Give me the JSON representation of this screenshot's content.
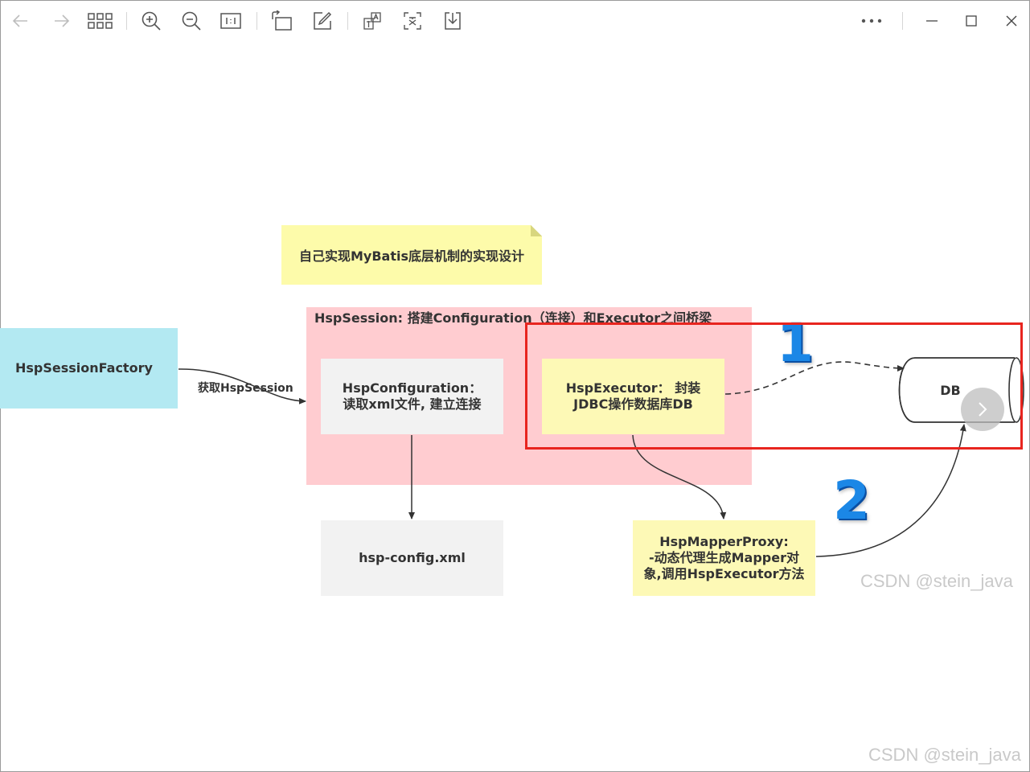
{
  "toolbar": {
    "buttons": [
      {
        "name": "back",
        "icon": "arrow-left-icon"
      },
      {
        "name": "forward",
        "icon": "arrow-right-icon"
      },
      {
        "name": "grid-view",
        "icon": "grid-icon"
      },
      {
        "name": "zoom-in",
        "icon": "zoom-in-icon"
      },
      {
        "name": "zoom-out",
        "icon": "zoom-out-icon"
      },
      {
        "name": "actual-size",
        "icon": "actual-size-icon"
      },
      {
        "name": "rotate",
        "icon": "rotate-icon"
      },
      {
        "name": "edit",
        "icon": "edit-icon"
      },
      {
        "name": "translate",
        "icon": "translate-icon"
      },
      {
        "name": "ocr",
        "icon": "text-recognition-icon"
      },
      {
        "name": "download",
        "icon": "download-icon"
      },
      {
        "name": "more",
        "icon": "more-icon"
      },
      {
        "name": "minimize",
        "icon": "minimize-icon"
      },
      {
        "name": "maximize",
        "icon": "maximize-icon"
      },
      {
        "name": "close",
        "icon": "close-icon"
      }
    ]
  },
  "diagram": {
    "note": "自己实现MyBatis底层机制的实现设计",
    "session_label": "HspSession: 搭建Configuration（连接）和Executor之间桥梁",
    "factory": "HspSessionFactory",
    "edge_label": "获取HspSession",
    "configuration": "HspConfiguration：\n读取xml文件, 建立连接",
    "executor": "HspExecutor： 封装\nJDBC操作数据库DB",
    "config_file": "hsp-config.xml",
    "proxy": "HspMapperProxy:\n-动态代理生成Mapper对\n象,调用HspExecutor方法",
    "db": "DB",
    "step1": "1",
    "step2": "2"
  },
  "watermarks": [
    "CSDN @stein_java",
    "CSDN @stein_java"
  ],
  "colors": {
    "accent_red": "#e8251f",
    "session_bg": "#ffccd0",
    "factory_bg": "#b3e9f2",
    "yellow_bg": "#fdf9b6",
    "gray_bg": "#f2f2f2",
    "number_blue": "#1b87e6"
  }
}
